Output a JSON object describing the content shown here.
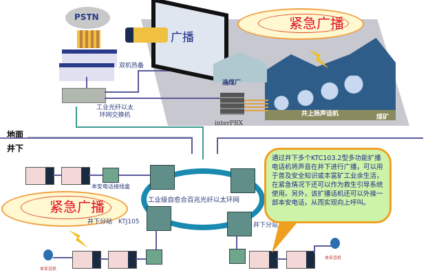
{
  "ground": {
    "pstn": "PSTN",
    "dual_backup": "双机热备",
    "switch": "工业光纤以太\n环网交换机",
    "broadcast_screen": "广播",
    "emergency": "紧急广播",
    "coal_prep": "选煤厂",
    "interpbx": "interPBX",
    "surface_speakers": "井上扬声话机",
    "mine": "煤矿"
  },
  "levels": {
    "surface": "地面",
    "underground": "井下"
  },
  "underground": {
    "junction_box": "本安电话接线盒",
    "emergency": "紧急广播",
    "ring": "工业级自愈合百兆光纤以太环网",
    "substation": "井下分站　KTJ105",
    "substation_right": "井下分站",
    "phone_left": "本安话机",
    "phone_right": "本安话机"
  },
  "callout": "通过井下多个KTC103.2型多功能扩播电话机将声音在井下进行广播，可以用于普及安全知识或丰富矿工业余生活，在紧急情况下还可以作为救生引导系统使用。另外，该扩播话机还可以外接一部本安电话，从而实现向上呼叫。"
}
